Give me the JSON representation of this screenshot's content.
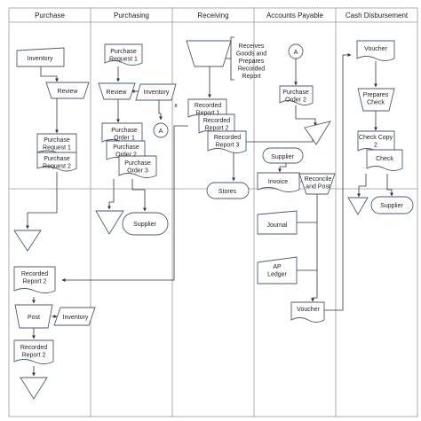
{
  "lanes": [
    "Purchase",
    "Purchasing",
    "Receiving",
    "Accounts Payable",
    "Cash Disbursement"
  ],
  "labels": {
    "inventory": "Inventory",
    "review": "Review",
    "purchase_request_1": "Purchase Request 1",
    "purchase_request_2": "Purchase Request 2",
    "recorded_report_2": "Recorded Report 2",
    "post": "Post",
    "purchase_order_1": "Purchase Order 1",
    "purchase_order_2": "Purchase Order 2",
    "purchase_order_3": "Purchase Order 3",
    "supplier": "Supplier",
    "connector_a": "A",
    "receives_goods": "Receives Goods and Prepares Recorded Report",
    "recorded_report_1": "Recorded Report 1",
    "recorded_report_3": "Recorded Report 3",
    "stores": "Stores",
    "cross_mark": "x",
    "invoice": "Invoice",
    "reconcile_and_post": "Reconcile and Post",
    "journal": "Journal",
    "ap_ledger": "AP Ledger",
    "voucher": "Voucher",
    "prepares_check": "Prepares Check",
    "check_copy_2": "Check Copy 2",
    "check": "Check"
  }
}
